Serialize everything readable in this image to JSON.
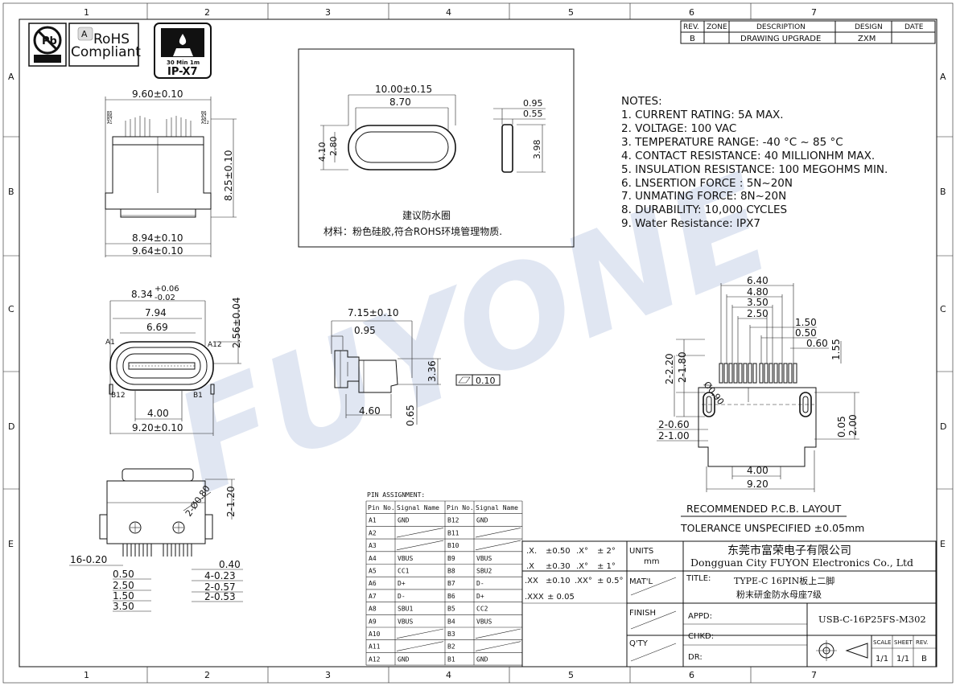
{
  "frame": {
    "columns": [
      "1",
      "2",
      "3",
      "4",
      "5",
      "6",
      "7"
    ],
    "rows": [
      "A",
      "B",
      "C",
      "D",
      "E"
    ]
  },
  "revision_block": {
    "headers": [
      "REV.",
      "ZONE",
      "DESCRIPTION",
      "DESIGN",
      "DATE"
    ],
    "row": [
      "B",
      "",
      "DRAWING UPGRADE",
      "ZXM",
      ""
    ]
  },
  "logos": {
    "rohs_text": "RoHS",
    "rohs_sub": "Compliant",
    "rohs_badge": "A",
    "ipx_top": "30 Min 1m",
    "ipx_label": "IP-X7"
  },
  "watermark": "FUYONE",
  "notes": {
    "title": "NOTES:",
    "items": [
      "1. CURRENT RATING: 5A MAX.",
      "2. VOLTAGE: 100 VAC",
      "3. TEMPERATURE RANGE: -40 °C ~ 85 °C",
      "4. CONTACT RESISTANCE: 40 MILLIONHM MAX.",
      "5. INSULATION RESISTANCE: 100 MEGOHMS MIN.",
      "6. LNSERTION FORCE : 5N~20N",
      "7. UNMATING FORCE: 8N~20N",
      "8. DURABILITY: 10,000 CYCLES",
      "9. Water Resistance: IPX7"
    ]
  },
  "gasket_box": {
    "dim_outer": "10.00±0.15",
    "dim_inner": "8.70",
    "dim_h_outer": "4.10",
    "dim_h_inner": "2.80",
    "dim_t1": "0.95",
    "dim_t2": "0.55",
    "dim_side": "3.98",
    "caption1": "建议防水圈",
    "caption2": "材料：粉色硅胶,符合ROHS环境管理物质."
  },
  "top_view": {
    "w_top": "9.60±0.10",
    "h_right": "8.25±0.10",
    "w_b1": "8.94±0.10",
    "w_b2": "9.64±0.10",
    "pins_left": [
      "B5",
      "B6",
      "B7",
      "A1",
      "A12",
      "B12"
    ],
    "pins_right": [
      "B6",
      "A7",
      "A8",
      "A12",
      "B1"
    ]
  },
  "front_view": {
    "w1_main": "8.34",
    "w1_tol_up": "+0.06",
    "w1_tol_dn": "-0.02",
    "w2": "7.94",
    "w3": "6.69",
    "h": "2.56±0.04",
    "pin_a1": "A1",
    "pin_a12": "A12",
    "pin_b12": "B12",
    "pin_b1": "B1",
    "w4": "4.00",
    "w5": "9.20±0.10"
  },
  "side_view": {
    "w1": "7.15±0.10",
    "w2": "0.95",
    "h1": "3.36",
    "flat": "0.10",
    "w3": "4.60",
    "h2": "0.65"
  },
  "bottom_view": {
    "d_hole": "2-Ø0.80",
    "d_h": "2-1.20",
    "p1": "16-0.20",
    "p2": "0.50",
    "p3": "2.50",
    "p4": "1.50",
    "p5": "3.50",
    "r1": "0.40",
    "r2": "4-0.23",
    "r3": "2-0.57",
    "r4": "2-0.53"
  },
  "pcb_layout": {
    "d1": "6.40",
    "d2": "4.80",
    "d3": "3.50",
    "d4": "2.50",
    "d5": "1.50",
    "d6": "0.50",
    "d7": "0.60",
    "d8": "1.55",
    "v1": "2-2.20",
    "v2": "2-1.80",
    "circ": "Ø0.90",
    "l1": "2-0.60",
    "l2": "2-1.00",
    "r1": "0.05",
    "r2": "2.00",
    "b1": "4.00",
    "b2": "9.20",
    "title": "RECOMMENDED  P.C.B. LAYOUT",
    "tolerance": "TOLERANCE UNSPECIFIED ±0.05mm"
  },
  "pin_assignment": {
    "title": "PIN ASSIGNMENT:",
    "headers": [
      "Pin No.",
      "Signal Name",
      "Pin No.",
      "Signal Name"
    ],
    "rows": [
      [
        "A1",
        "GND",
        "B12",
        "GND"
      ],
      [
        "A2",
        "",
        "B11",
        ""
      ],
      [
        "A3",
        "",
        "B10",
        ""
      ],
      [
        "A4",
        "VBUS",
        "B9",
        "VBUS"
      ],
      [
        "A5",
        "CC1",
        "B8",
        "SBU2"
      ],
      [
        "A6",
        "D+",
        "B7",
        "D-"
      ],
      [
        "A7",
        "D-",
        "B6",
        "D+"
      ],
      [
        "A8",
        "SBU1",
        "B5",
        "CC2"
      ],
      [
        "A9",
        "VBUS",
        "B4",
        "VBUS"
      ],
      [
        "A10",
        "",
        "B3",
        ""
      ],
      [
        "A11",
        "",
        "B2",
        ""
      ],
      [
        "A12",
        "GND",
        "B1",
        "GND"
      ]
    ]
  },
  "title_block": {
    "tol": [
      [
        ".X.",
        "±0.50",
        ".X°",
        "± 2°"
      ],
      [
        ".X",
        "±0.30",
        ".X°",
        "± 1°"
      ],
      [
        ".XX",
        "±0.10",
        ".XX°",
        "± 0.5°"
      ],
      [
        ".XXX",
        "± 0.05",
        "",
        ""
      ]
    ],
    "units_label": "UNITS",
    "units_value": "mm",
    "company_cn": "东莞市富荣电子有限公司",
    "company_en": "Dongguan City FUYON Electronics Co., Ltd",
    "title_label": "TITLE:",
    "title_line1": "TYPE-C 16PIN板上二脚",
    "title_line2": "粉末研金防水母座7级",
    "matl_label": "MAT'L",
    "finish_label": "FINISH",
    "qty_label": "Q'TY",
    "appd_label": "APPD:",
    "chkd_label": "CHKD:",
    "dr_label": "DR:",
    "part_no": "USB-C-16P25FS-M302",
    "scale_label": "SCALE",
    "sheet_label": "SHEET",
    "rev_label": "REV.",
    "scale_val": "1/1",
    "sheet_val": "1/1",
    "rev_val": "B"
  }
}
